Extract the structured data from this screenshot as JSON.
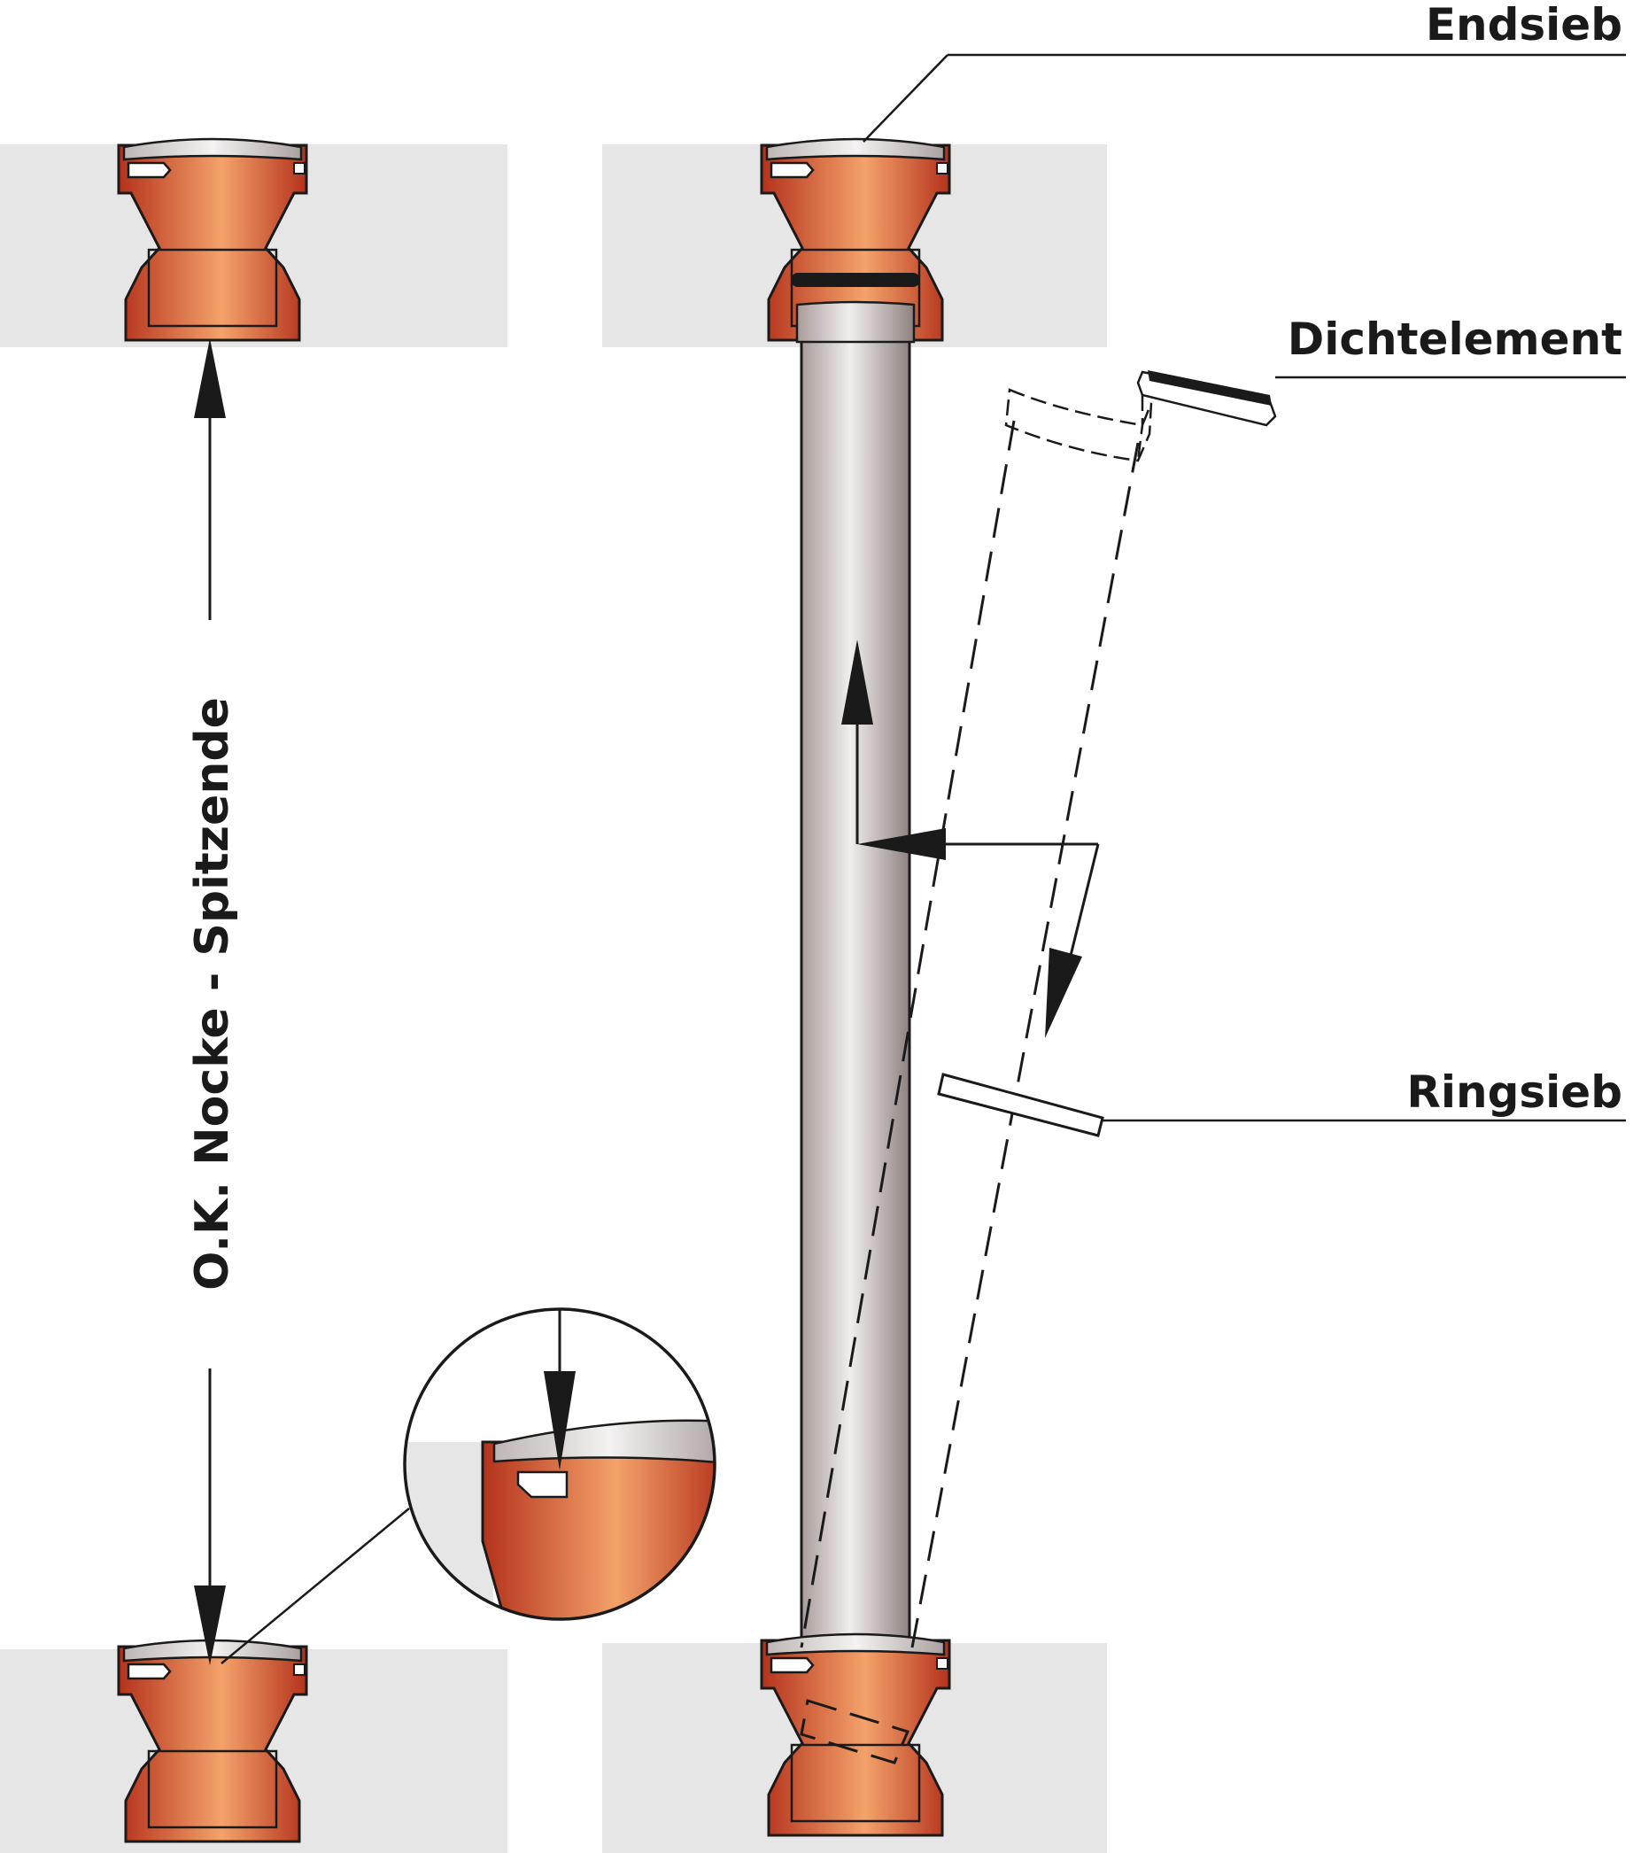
{
  "labels": {
    "endsieb": "Endsieb",
    "dichtelement": "Dichtelement",
    "ringsieb": "Ringsieb",
    "dimension": "O.K. Nocke - Spitzende"
  },
  "colors": {
    "background_band": "#e6e6e7",
    "socket_dark": "#b4321c",
    "socket_light": "#f4a26a",
    "pipe_dark": "#a89c9a",
    "pipe_light": "#f1eeee",
    "ink": "#1a1a1a"
  }
}
